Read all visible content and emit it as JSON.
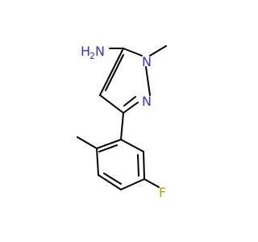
{
  "molecule": {
    "atoms": {
      "amine": {
        "label": "H",
        "sub": "2",
        "tail": "N",
        "color": "#3333cc"
      },
      "n1": {
        "label": "N",
        "color": "#3333cc"
      },
      "n2": {
        "label": "N",
        "color": "#3333cc"
      },
      "fluorine": {
        "label": "F",
        "color": "#b3a000"
      }
    },
    "bond_color": "#000000"
  }
}
